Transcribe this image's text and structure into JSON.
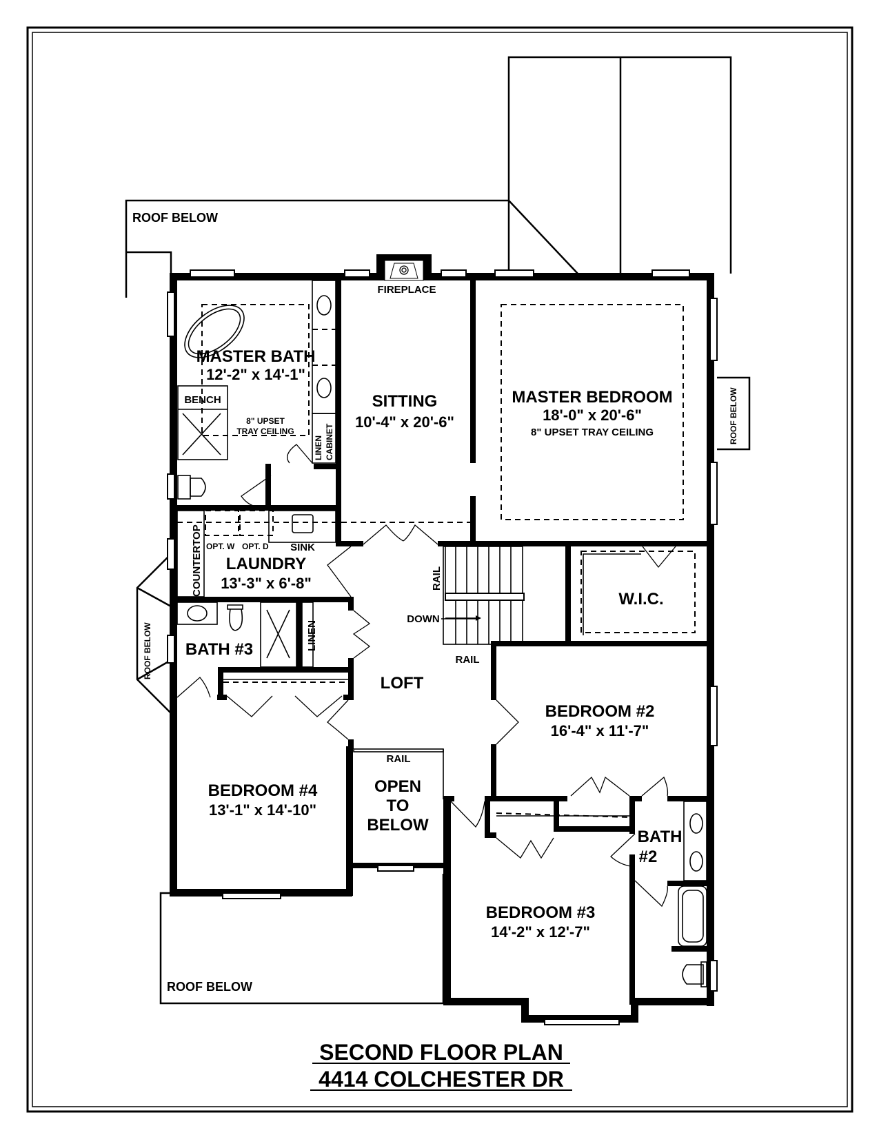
{
  "title": {
    "line1": "SECOND FLOOR PLAN",
    "line2": "4414 COLCHESTER DR"
  },
  "rooms": {
    "master_bath": {
      "name": "MASTER BATH",
      "dims": "12'-2\" x 14'-1\"",
      "note1": "8\" UPSET",
      "note2": "TRAY CEILING"
    },
    "sitting": {
      "name": "SITTING",
      "dims": "10'-4\" x 20'-6\""
    },
    "master_bedroom": {
      "name": "MASTER BEDROOM",
      "dims": "18'-0\" x 20'-6\"",
      "note": "8\" UPSET TRAY CEILING"
    },
    "laundry": {
      "name": "LAUNDRY",
      "dims": "13'-3\" x 6'-8\""
    },
    "bath3": {
      "name": "BATH #3"
    },
    "loft": {
      "name": "LOFT"
    },
    "wic": {
      "name": "W.I.C."
    },
    "bedroom2": {
      "name": "BEDROOM #2",
      "dims": "16'-4\" x 11'-7\""
    },
    "bedroom4": {
      "name": "BEDROOM #4",
      "dims": "13'-1\" x 14'-10\""
    },
    "open_to_below": {
      "line1": "OPEN",
      "line2": "TO",
      "line3": "BELOW"
    },
    "bedroom3": {
      "name": "BEDROOM #3",
      "dims": "14'-2\" x 12'-7\""
    },
    "bath2": {
      "line1": "BATH",
      "line2": "#2"
    }
  },
  "fixtures": {
    "fireplace": "FIREPLACE",
    "bench": "BENCH",
    "linen_cabinet_1": "LINEN",
    "linen_cabinet_2": "CABINET",
    "countertop": "COUNTERTOP",
    "opt_w": "OPT. W",
    "opt_d": "OPT. D",
    "sink": "SINK",
    "linen": "LINEN",
    "rail_stair_top": "RAIL",
    "rail_stair_bottom": "RAIL",
    "rail_open": "RAIL",
    "down": "DOWN"
  },
  "roof_labels": {
    "top_left": "ROOF BELOW",
    "right": "ROOF BELOW",
    "left": "ROOF BELOW",
    "bottom": "ROOF BELOW"
  },
  "colors": {
    "ink": "#000000",
    "paper": "#ffffff"
  }
}
